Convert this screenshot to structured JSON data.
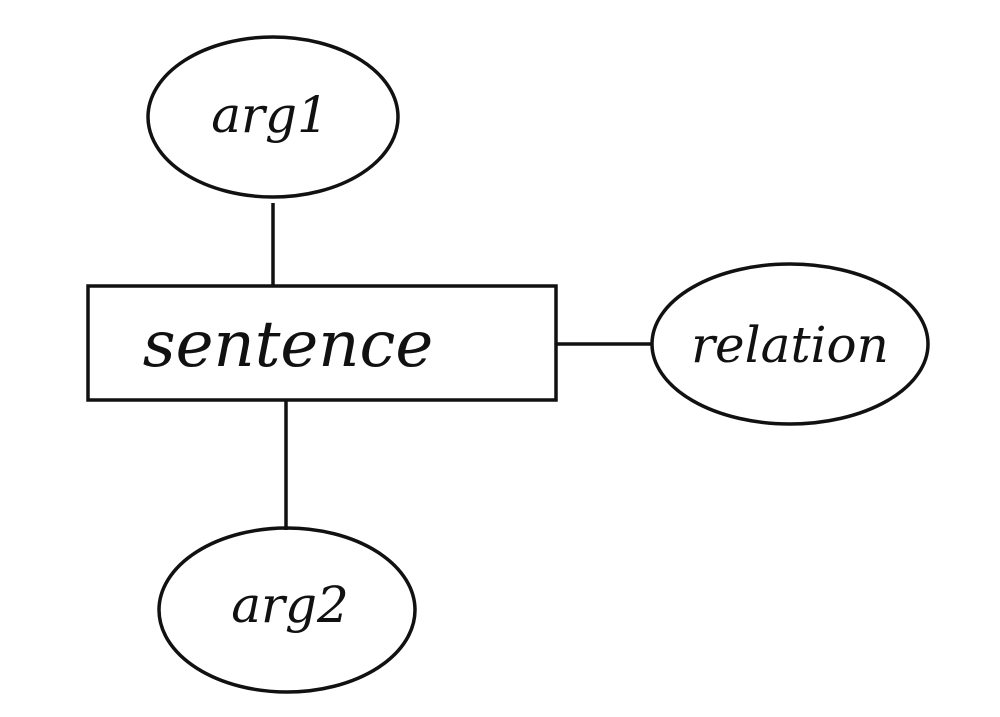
{
  "diagram": {
    "nodes": {
      "arg1": {
        "label": "arg1",
        "shape": "ellipse"
      },
      "sentence": {
        "label": "sentence",
        "shape": "rectangle"
      },
      "relation": {
        "label": "relation",
        "shape": "ellipse"
      },
      "arg2": {
        "label": "arg2",
        "shape": "ellipse"
      }
    },
    "edges": [
      {
        "from": "arg1",
        "to": "sentence"
      },
      {
        "from": "sentence",
        "to": "relation"
      },
      {
        "from": "sentence",
        "to": "arg2"
      }
    ],
    "colors": {
      "stroke": "#111111",
      "background": "#ffffff"
    }
  }
}
